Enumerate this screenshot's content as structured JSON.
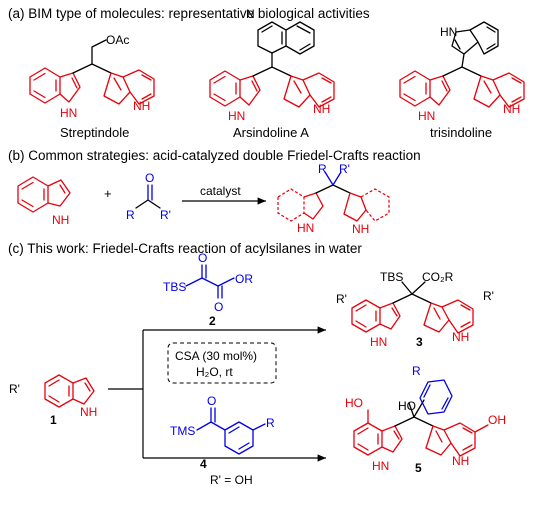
{
  "section_a": {
    "title": "(a) BIM type of molecules: representative biological activities",
    "compounds": [
      {
        "name": "Streptindole",
        "substituent": "OAc"
      },
      {
        "name": "Arsindoline A"
      },
      {
        "name": "trisindoline"
      }
    ]
  },
  "section_b": {
    "title": "(b) Common strategies: acid-catalyzed double Friedel-Crafts reaction",
    "plus": "+",
    "arrow_label": "catalyst",
    "ketone_R": "R",
    "ketone_R2": "R'",
    "ketone_O": "O"
  },
  "section_c": {
    "title": "(c) This work: Friedel-Crafts reaction of acylsilanes in water",
    "reagent_2": {
      "TBS": "TBS",
      "OR": "OR",
      "O": "O",
      "number": "2"
    },
    "reagent_4": {
      "TMS": "TMS",
      "R": "R",
      "O": "O",
      "number": "4"
    },
    "conditions": [
      "CSA (30 mol%)",
      "H₂O, rt"
    ],
    "condition_lower": "R' = OH",
    "start": {
      "R": "R'",
      "number": "1"
    },
    "product_3": {
      "TBS": "TBS",
      "CO2R": "CO₂R",
      "R": "R'",
      "number": "3"
    },
    "product_5": {
      "HO_left": "HO",
      "HO_mid": "HO",
      "OH_right": "OH",
      "R": "R",
      "number": "5"
    }
  },
  "common": {
    "NH": "NH",
    "HN": "HN",
    "N": "N"
  },
  "colors": {
    "indole": "#e8000b",
    "reagent": "#0000e6",
    "text": "#000000"
  }
}
